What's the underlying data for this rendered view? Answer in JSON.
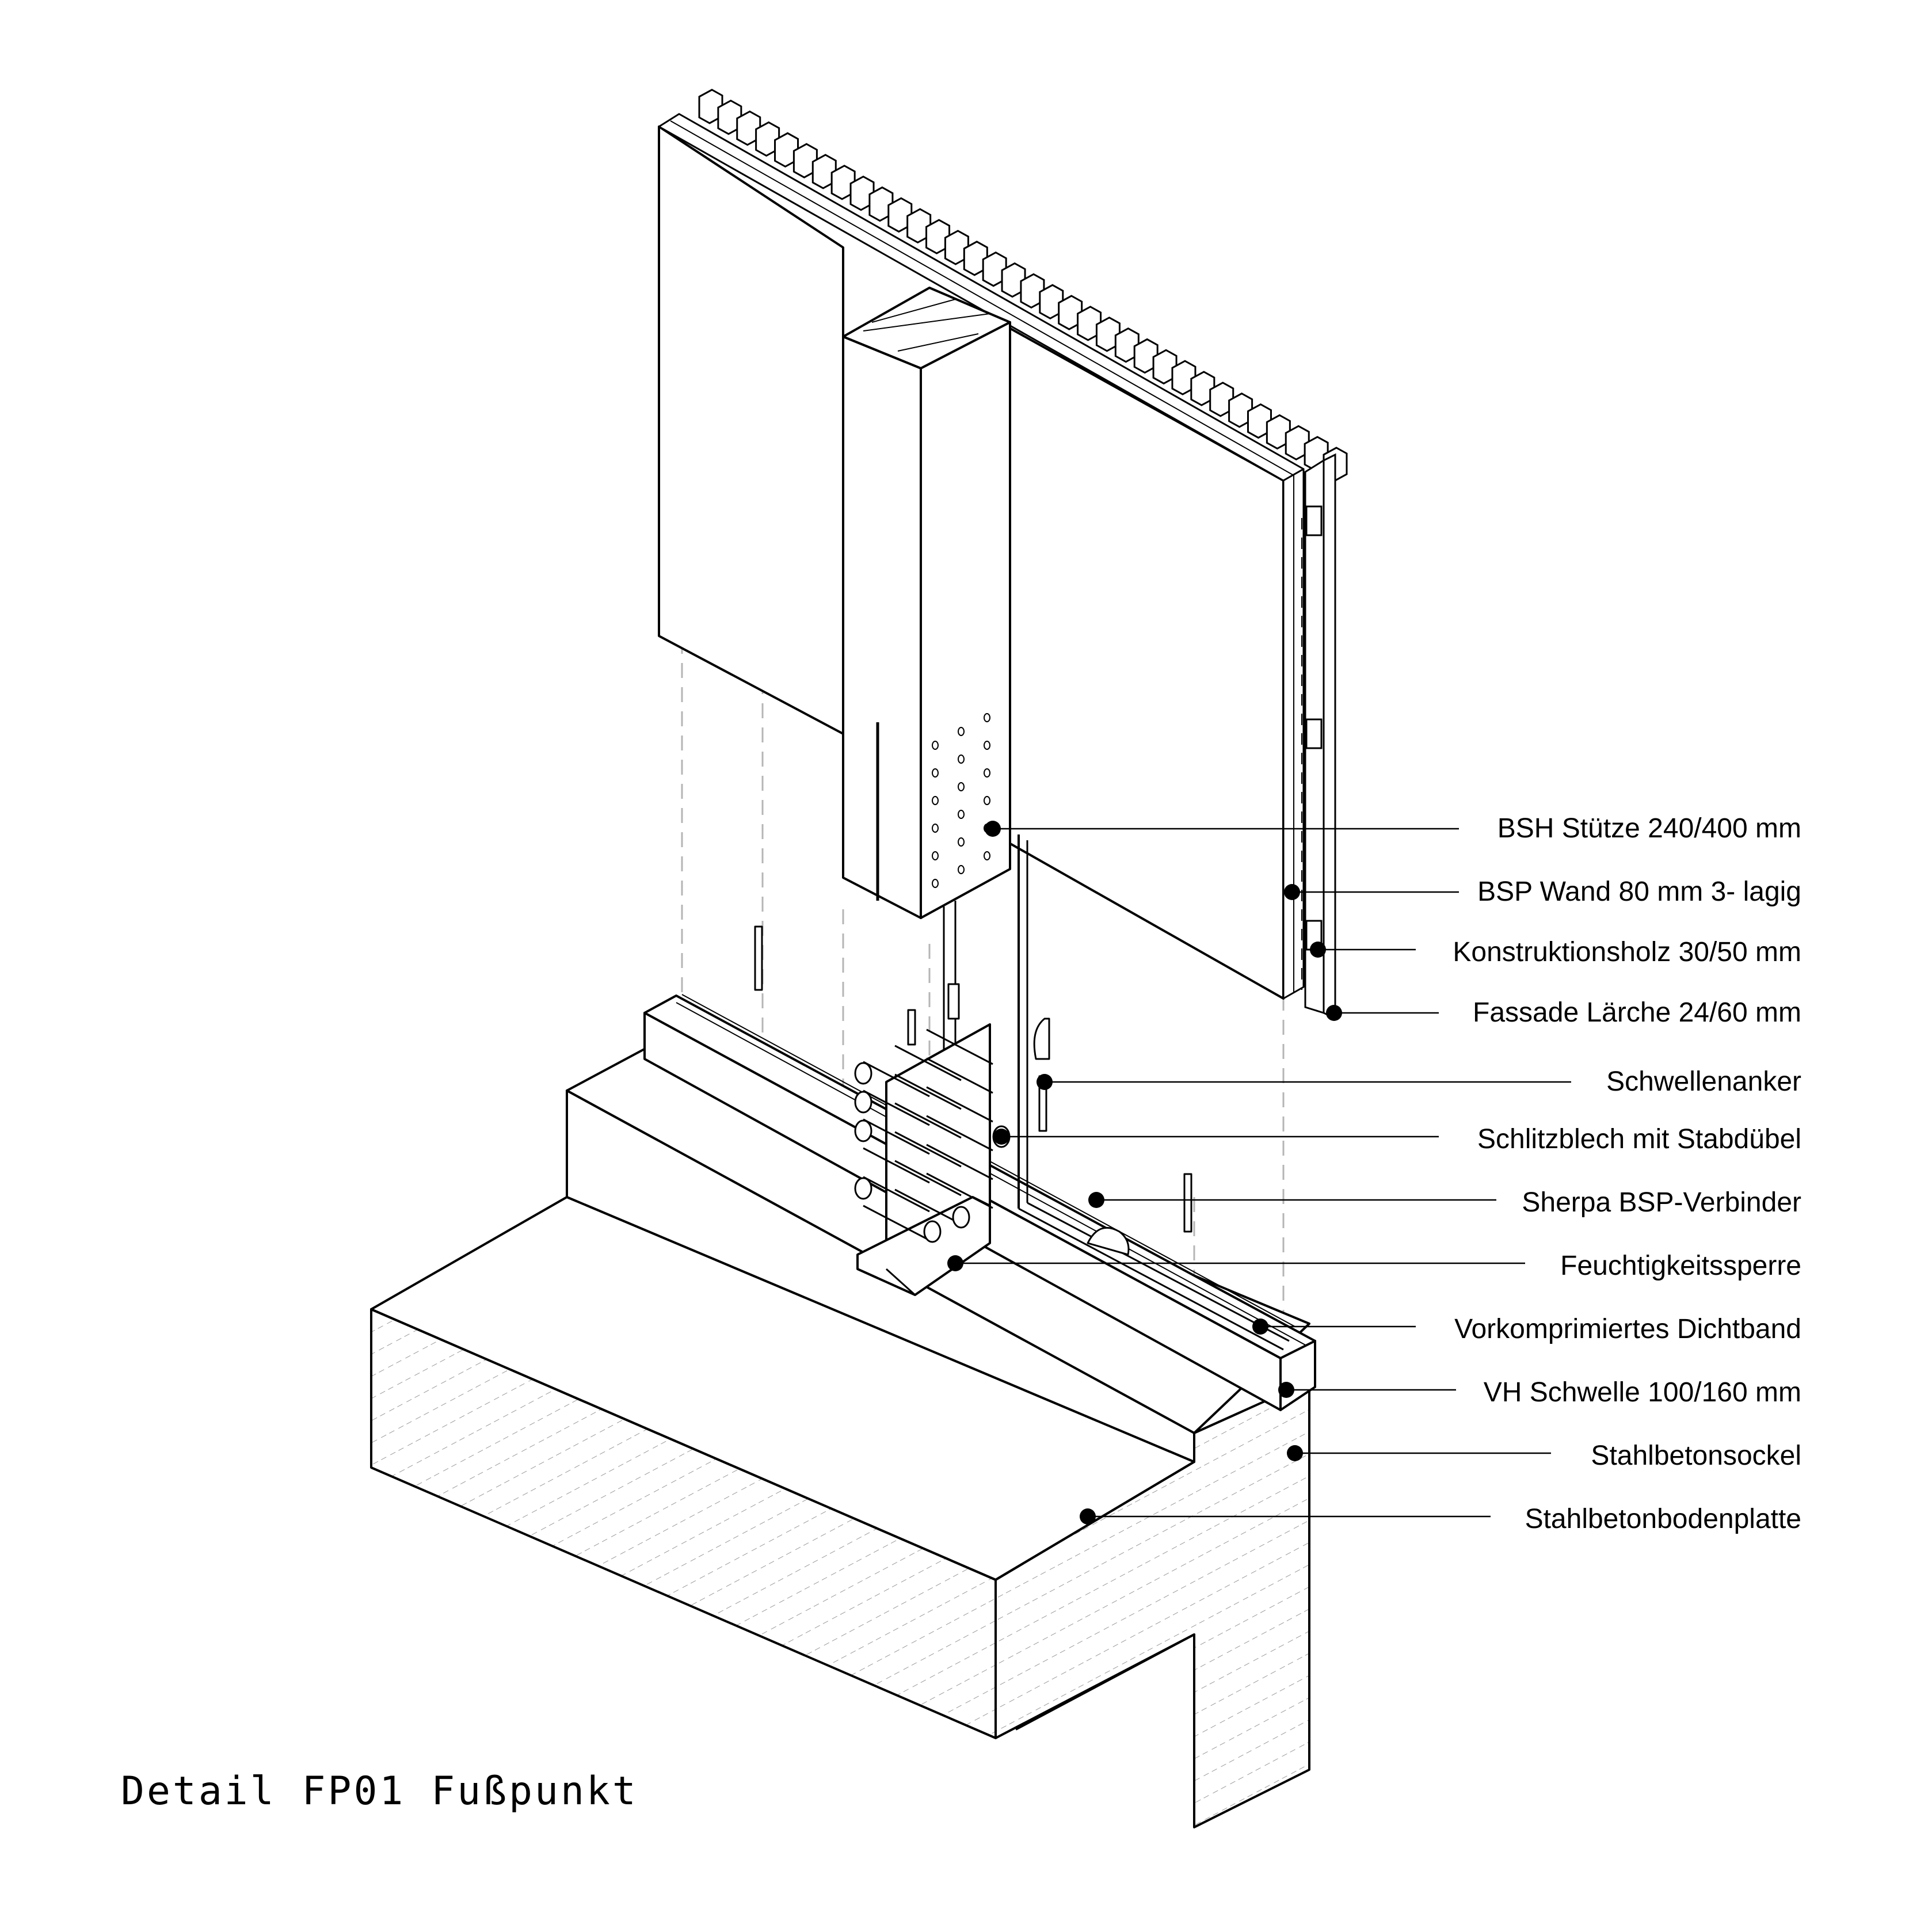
{
  "title": "Detail FP01 Fußpunkt",
  "labels": [
    "BSH Stütze 240/400 mm",
    "BSP Wand 80 mm 3- lagig",
    "Konstruktionsholz 30/50 mm",
    "Fassade Lärche 24/60 mm",
    "Schwellenanker",
    "Schlitzblech mit Stabdübel",
    "Sherpa BSP-Verbinder",
    "Feuchtigkeitssperre",
    "Vorkomprimiertes Dichtband",
    "VH Schwelle 100/160 mm",
    "Stahlbetonsockel",
    "Stahlbetonbodenplatte"
  ],
  "colors": {
    "ink": "#000000",
    "paper": "#ffffff",
    "hatch": "#9a9a9a",
    "hidden": "#b5b5b5"
  }
}
